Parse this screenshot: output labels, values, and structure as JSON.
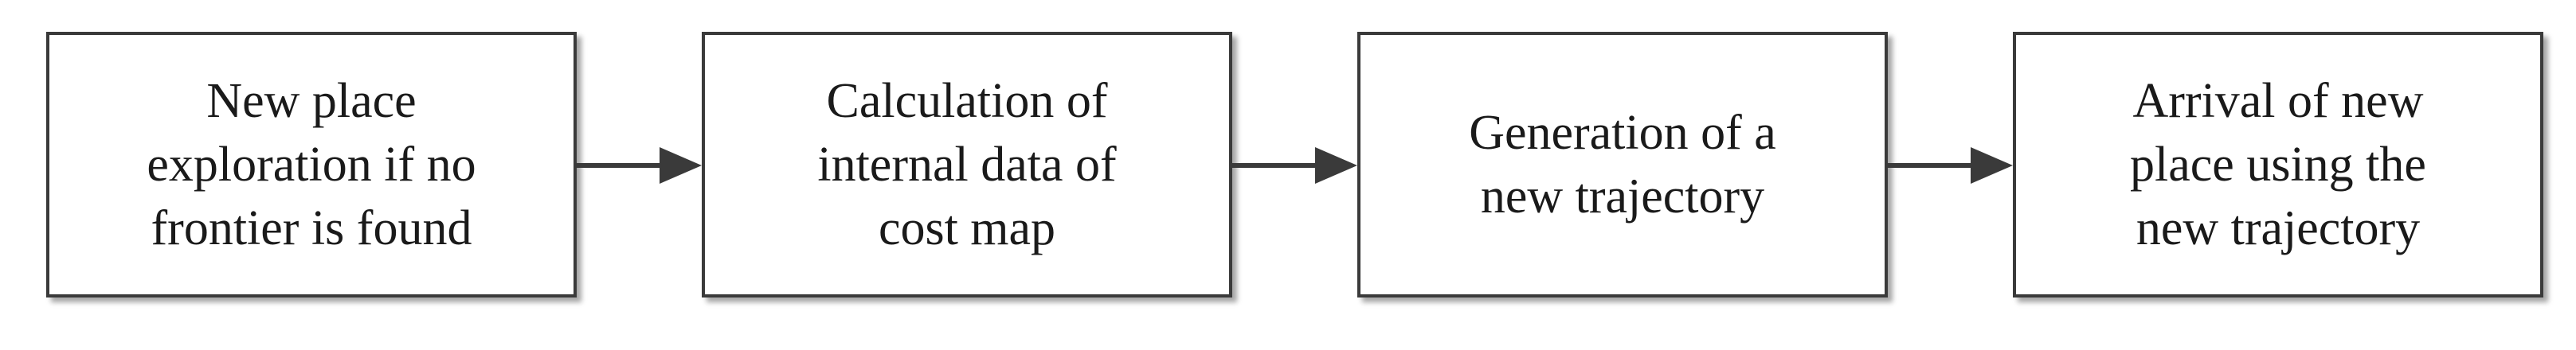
{
  "flow": {
    "steps": [
      {
        "label": "New place\nexploration if no\nfrontier is found"
      },
      {
        "label": "Calculation of\ninternal data of\ncost map"
      },
      {
        "label": "Generation of a\nnew trajectory"
      },
      {
        "label": "Arrival of new\nplace using the\nnew trajectory"
      }
    ],
    "colors": {
      "border": "#3a3a3a",
      "arrow": "#3a3a3a",
      "text": "#1a1a1a"
    }
  }
}
